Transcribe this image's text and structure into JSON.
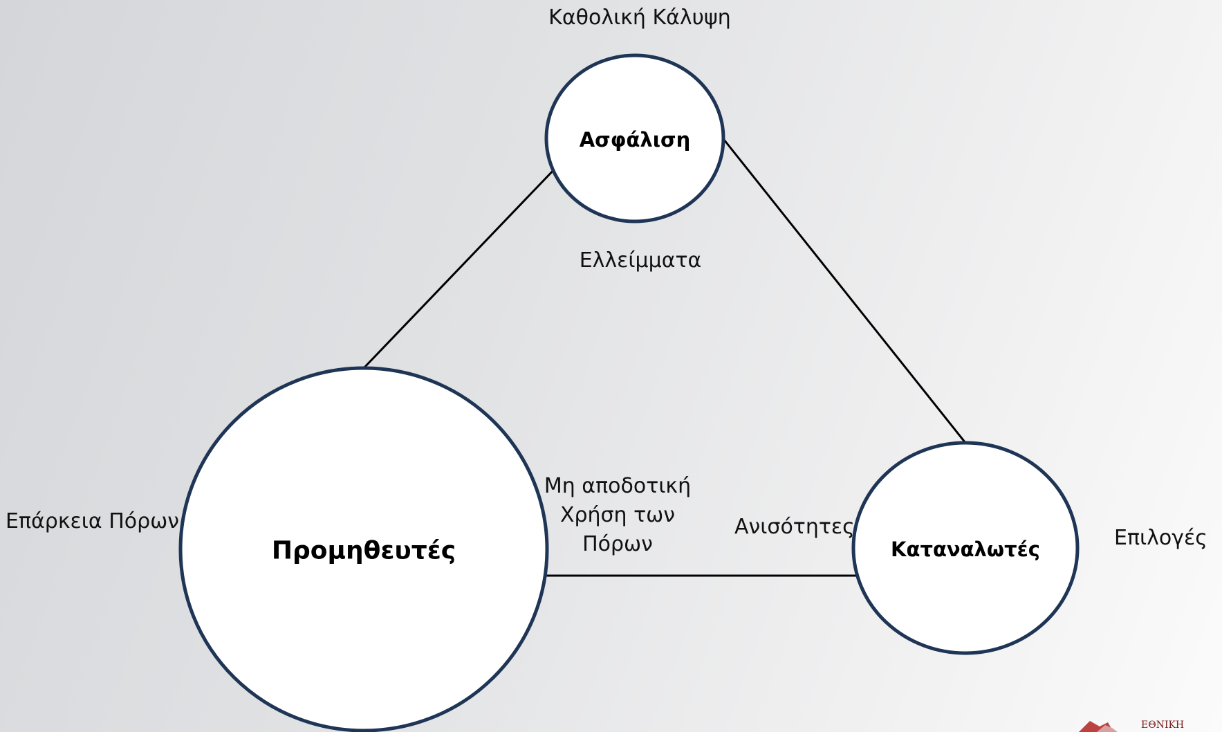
{
  "nodes": {
    "top": "Ασφάλιση",
    "left": "Προμηθευτές",
    "right": "Καταναλωτές"
  },
  "labels": {
    "top_outer": "Καθολική Κάλυψη",
    "center": "Ελλείμματα",
    "left_outer": "Επάρκεια Πόρων",
    "right_outer": "Επιλογές",
    "inefficient_line1": "Μη αποδοτική",
    "inefficient_line2": "Χρήση των",
    "inefficient_line3": "Πόρων",
    "inequalities": "Ανισότητες"
  },
  "colors": {
    "node_stroke": "#1f3555",
    "node_fill": "#ffffff",
    "edge": "#000000"
  },
  "logo": {
    "text": "ΕΘΝΙΚΗ"
  }
}
